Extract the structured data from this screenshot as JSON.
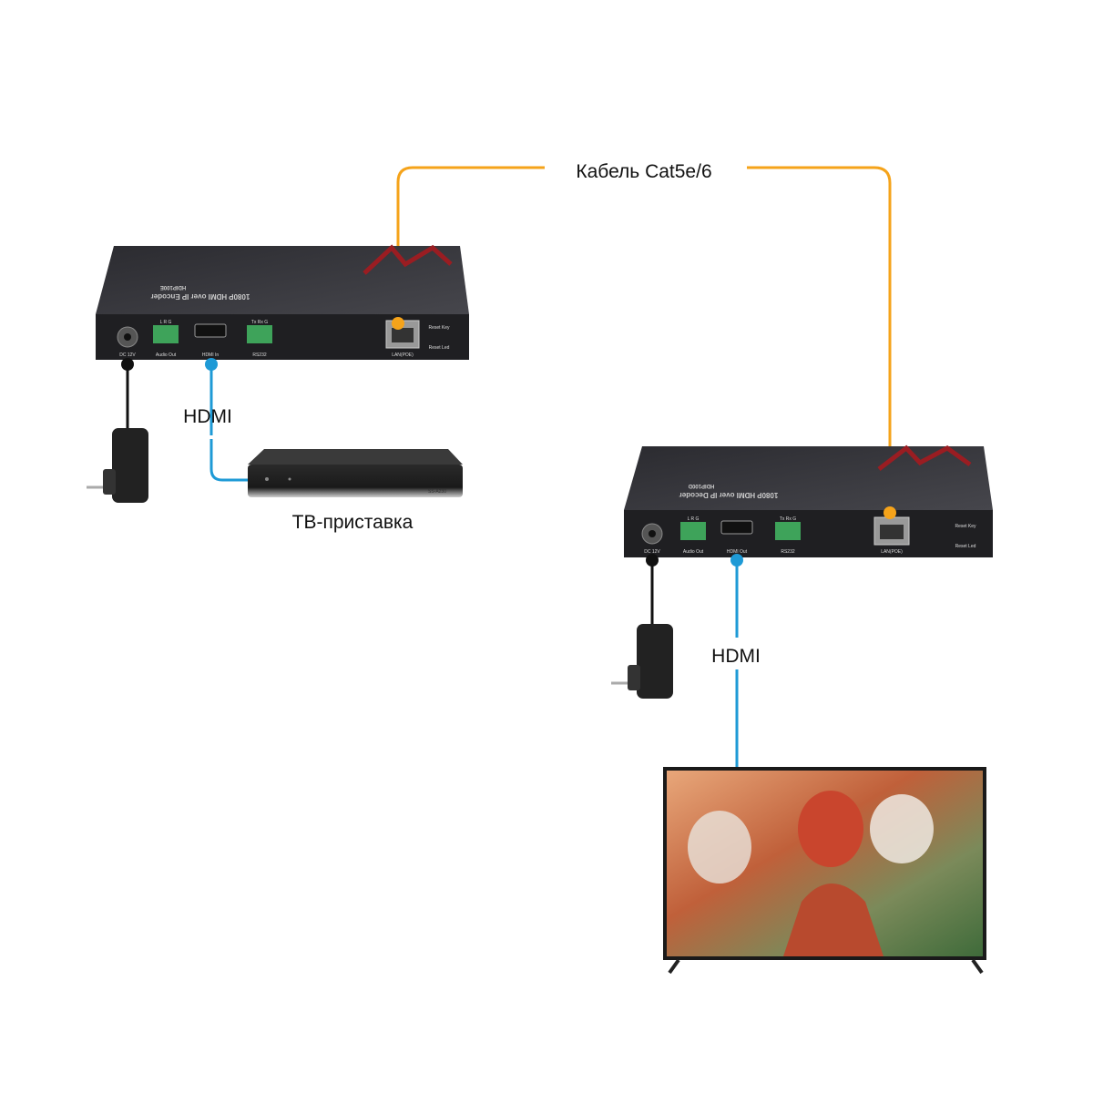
{
  "labels": {
    "cable": "Кабель Cat5e/6",
    "hdmi_top": "HDMI",
    "hdmi_bottom": "HDMI",
    "settop": "ТВ-приставка"
  },
  "encoder": {
    "title": "1080P HDMI over IP Encoder",
    "model": "HDIP100E",
    "ports": [
      "DC 12V",
      "Audio Out",
      "HDMI In",
      "RS232",
      "LAN(POE)"
    ],
    "audio_pins": "L R G",
    "rs232_pins": "Tx Rx G",
    "reset_key": "Reset Key",
    "reset_led": "Reset Led"
  },
  "decoder": {
    "title": "1080P HDMI over IP Decoder",
    "model": "HDIP100D",
    "ports": [
      "DC 12V",
      "Audio Out",
      "HDMI Out",
      "RS232",
      "LAN(POE)"
    ],
    "audio_pins": "L R G",
    "rs232_pins": "Tx Rx G",
    "reset_key": "Reset Key",
    "reset_led": "Reset Led"
  },
  "settop_box": {
    "model": "SS-A230"
  },
  "colors": {
    "cat_cable": "#f5a31a",
    "hdmi_cable": "#1e9ad6",
    "power_cable": "#111111",
    "device": "#2a2a2e"
  }
}
